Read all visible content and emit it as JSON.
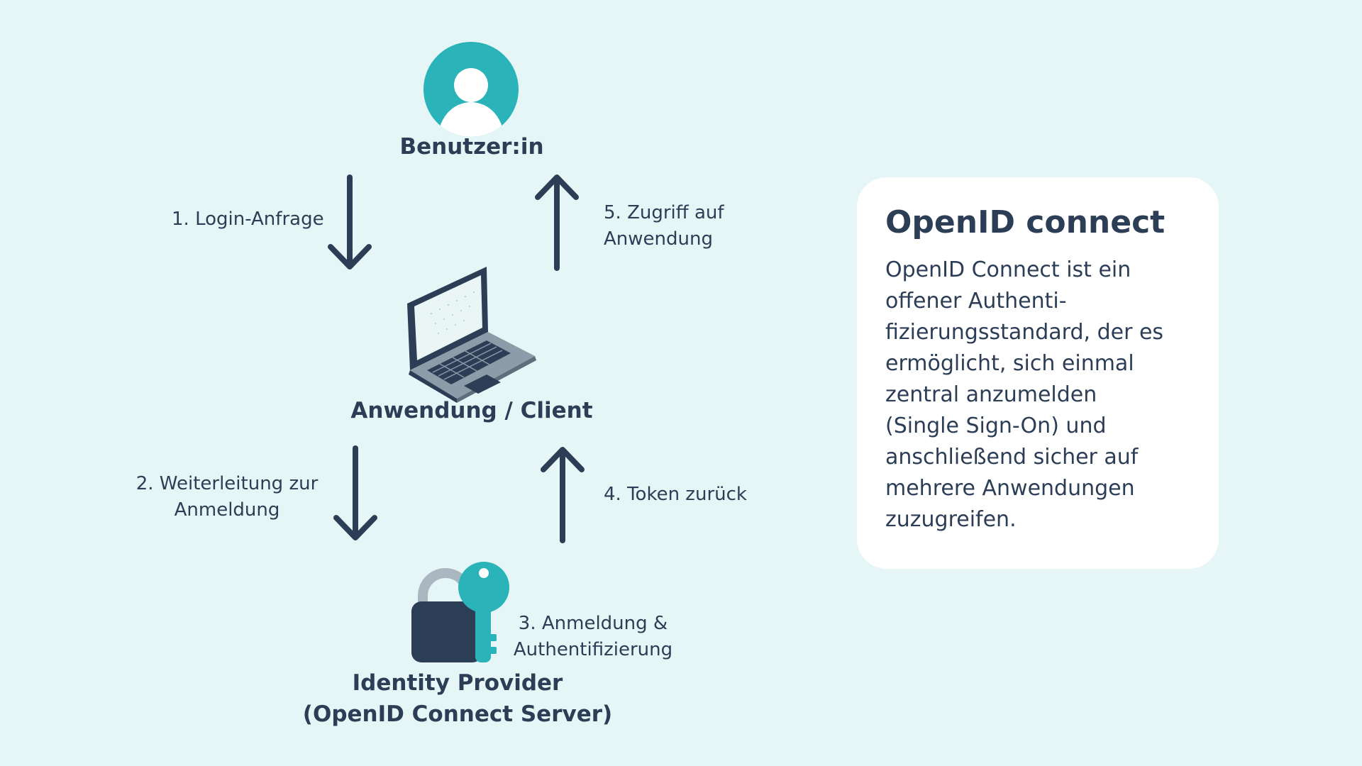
{
  "nodes": {
    "user": "Benutzer:in",
    "client": "Anwendung / Client",
    "provider_line1": "Identity Provider",
    "provider_line2": "(OpenID Connect Server)"
  },
  "steps": {
    "s1": "1. Login-Anfrage",
    "s2_line1": "2. Weiterleitung zur",
    "s2_line2": "Anmeldung",
    "s3_line1": "3. Anmeldung &",
    "s3_line2": "Authentifizierung",
    "s4": "4. Token zurück",
    "s5_line1": "5. Zugriff auf",
    "s5_line2": "Anwendung"
  },
  "info_card": {
    "title": "OpenID connect",
    "lines": [
      "OpenID Connect ist ein",
      "offener Authenti-",
      "fizierungsstandard, der es",
      "ermöglicht, sich einmal",
      "zentral anzumelden",
      "(Single Sign-On) und",
      "anschließend sicher auf",
      "mehrere Anwendungen",
      "zuzugreifen."
    ]
  },
  "colors": {
    "background": "#e6f6f7",
    "teal": "#2ab3b8",
    "navy": "#2c3e56",
    "card": "#ffffff"
  },
  "icons": [
    "user-avatar-icon",
    "laptop-icon",
    "padlock-key-icon"
  ]
}
